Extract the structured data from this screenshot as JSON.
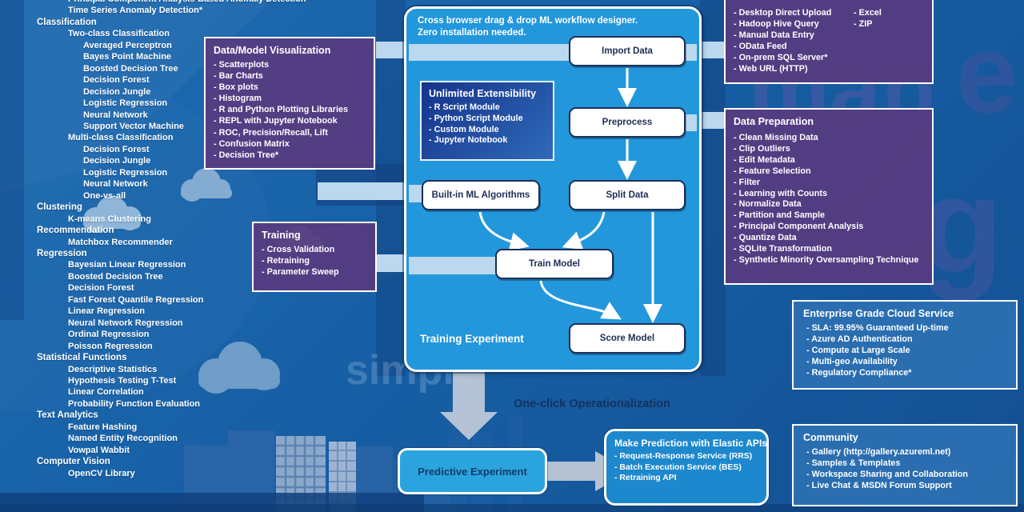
{
  "sidebar": {
    "entries": [
      {
        "t": "i1",
        "text": "Principal Component Analysis-Based Anomaly Detection"
      },
      {
        "t": "i1",
        "text": "Time Series Anomaly Detection*"
      },
      {
        "t": "cat",
        "text": "Classification"
      },
      {
        "t": "sub",
        "text": "Two-class Classification"
      },
      {
        "t": "i2",
        "text": "Averaged Perceptron"
      },
      {
        "t": "i2",
        "text": "Bayes Point Machine"
      },
      {
        "t": "i2",
        "text": "Boosted Decision Tree"
      },
      {
        "t": "i2",
        "text": "Decision Forest"
      },
      {
        "t": "i2",
        "text": "Decision Jungle"
      },
      {
        "t": "i2",
        "text": "Logistic Regression"
      },
      {
        "t": "i2",
        "text": "Neural Network"
      },
      {
        "t": "i2",
        "text": "Support Vector Machine"
      },
      {
        "t": "sub",
        "text": "Multi-class Classification"
      },
      {
        "t": "i2",
        "text": "Decision Forest"
      },
      {
        "t": "i2",
        "text": "Decision Jungle"
      },
      {
        "t": "i2",
        "text": "Logistic Regression"
      },
      {
        "t": "i2",
        "text": "Neural Network"
      },
      {
        "t": "i2",
        "text": "One-vs-all"
      },
      {
        "t": "cat",
        "text": "Clustering"
      },
      {
        "t": "i1",
        "text": "K-means Clustering"
      },
      {
        "t": "cat",
        "text": "Recommendation"
      },
      {
        "t": "i1",
        "text": "Matchbox Recommender"
      },
      {
        "t": "cat",
        "text": "Regression"
      },
      {
        "t": "i1",
        "text": "Bayesian Linear Regression"
      },
      {
        "t": "i1",
        "text": "Boosted Decision Tree"
      },
      {
        "t": "i1",
        "text": "Decision Forest"
      },
      {
        "t": "i1",
        "text": "Fast Forest Quantile Regression"
      },
      {
        "t": "i1",
        "text": "Linear Regression"
      },
      {
        "t": "i1",
        "text": "Neural Network Regression"
      },
      {
        "t": "i1",
        "text": "Ordinal Regression"
      },
      {
        "t": "i1",
        "text": "Poisson Regression"
      },
      {
        "t": "cat",
        "text": "Statistical Functions"
      },
      {
        "t": "i1",
        "text": "Descriptive Statistics"
      },
      {
        "t": "i1",
        "text": "Hypothesis Testing T-Test"
      },
      {
        "t": "i1",
        "text": "Linear Correlation"
      },
      {
        "t": "i1",
        "text": "Probability Function Evaluation"
      },
      {
        "t": "cat",
        "text": "Text Analytics"
      },
      {
        "t": "i1",
        "text": "Feature Hashing"
      },
      {
        "t": "i1",
        "text": "Named Entity Recognition"
      },
      {
        "t": "i1",
        "text": "Vowpal Wabbit"
      },
      {
        "t": "cat",
        "text": "Computer Vision"
      },
      {
        "t": "i1",
        "text": "OpenCV Library"
      }
    ]
  },
  "boxes": {
    "data_model_visualization": {
      "title": "Data/Model Visualization",
      "items": [
        "Scatterplots",
        "Bar Charts",
        "Box plots",
        "Histogram",
        "R and Python Plotting Libraries",
        "REPL with Jupyter Notebook",
        "ROC, Precision/Recall, Lift",
        "Confusion Matrix",
        "Decision Tree*"
      ]
    },
    "training": {
      "title": "Training",
      "items": [
        "Cross Validation",
        "Retraining",
        "Parameter Sweep"
      ]
    },
    "unlimited_extensibility": {
      "title": "Unlimited Extensibility",
      "items": [
        "R Script Module",
        "Python Script Module",
        "Custom Module",
        "Jupyter Notebook"
      ]
    },
    "import_sources": {
      "col1": [
        "Desktop Direct Upload",
        "Hadoop Hive Query",
        "Manual Data Entry",
        "OData Feed",
        "On-prem SQL Server*",
        "Web URL (HTTP)"
      ],
      "col2": [
        "Excel",
        "ZIP"
      ]
    },
    "data_preparation": {
      "title": "Data Preparation",
      "items": [
        "Clean Missing Data",
        "Clip Outliers",
        "Edit Metadata",
        "Feature Selection",
        "Filter",
        "Learning with Counts",
        "Normalize Data",
        "Partition and Sample",
        "Principal Component Analysis",
        "Quantize Data",
        "SQLite Transformation",
        "Synthetic Minority Oversampling Technique"
      ]
    },
    "enterprise": {
      "title": "Enterprise Grade Cloud Service",
      "items": [
        "SLA: 99.95% Guaranteed Up-time",
        "Azure AD Authentication",
        "Compute at Large Scale",
        "Multi-geo Availability",
        "Regulatory Compliance*"
      ]
    },
    "community": {
      "title": "Community",
      "items": [
        "Gallery (http://gallery.azureml.net)",
        "Samples & Templates",
        "Workspace Sharing and Collaboration",
        "Live Chat & MSDN Forum Support"
      ]
    },
    "make_prediction": {
      "title": "Make Prediction with Elastic APIs",
      "items": [
        "Request-Response Service (RRS)",
        "Batch Execution Service (BES)",
        "Retraining API"
      ]
    }
  },
  "workflow": {
    "header_line1": "Cross browser drag & drop ML workflow designer.",
    "header_line2": "Zero installation needed.",
    "nodes": {
      "import_data": "Import Data",
      "preprocess": "Preprocess",
      "split_data": "Split Data",
      "builtin": "Built-in ML Algorithms",
      "train": "Train Model",
      "score": "Score Model"
    },
    "container_label": "Training Experiment"
  },
  "bottom": {
    "operationalization": "One-click Operationalization",
    "predictive": "Predictive Experiment"
  },
  "background": {
    "watermarks": {
      "w1": "man",
      "w2": "e",
      "w3": "g",
      "w4": "simple"
    }
  },
  "colors": {
    "page_blue": "#1760a6",
    "container_blue": "#2397dc",
    "purple_box": "#5a3a7e",
    "band_blue": "#bcd8ee",
    "node_border_navy": "#1c2e56",
    "gray_arrow": "#c2cbd9"
  }
}
